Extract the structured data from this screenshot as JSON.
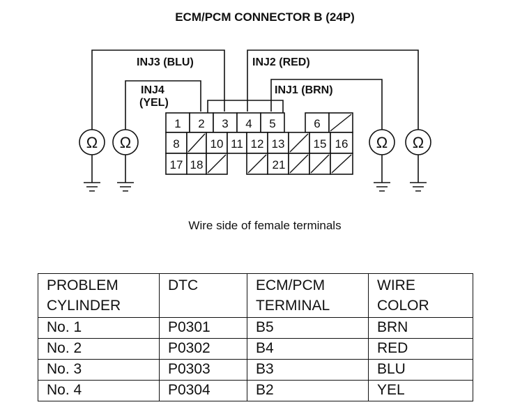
{
  "title": "ECM/PCM CONNECTOR B (24P)",
  "caption": "Wire side of female terminals",
  "wire_labels": {
    "inj3": "INJ3 (BLU)",
    "inj2": "INJ2 (RED)",
    "inj4_line1": "INJ4",
    "inj4_line2": "(YEL)",
    "inj1": "INJ1 (BRN)"
  },
  "ohm_symbol": "Ω",
  "connector": {
    "row1": [
      "1",
      "2",
      "3",
      "4",
      "5",
      "6"
    ],
    "row2": [
      "8",
      "10",
      "11",
      "12",
      "13",
      "15",
      "16"
    ],
    "row3": [
      "17",
      "18",
      "21"
    ]
  },
  "table": {
    "headers": [
      [
        "PROBLEM",
        "CYLINDER"
      ],
      [
        "DTC",
        ""
      ],
      [
        "ECM/PCM",
        "TERMINAL"
      ],
      [
        "WIRE",
        "COLOR"
      ]
    ],
    "rows": [
      [
        "No. 1",
        "P0301",
        "B5",
        "BRN"
      ],
      [
        "No. 2",
        "P0302",
        "B4",
        "RED"
      ],
      [
        "No. 3",
        "P0303",
        "B3",
        "BLU"
      ],
      [
        "No. 4",
        "P0304",
        "B2",
        "YEL"
      ]
    ]
  }
}
